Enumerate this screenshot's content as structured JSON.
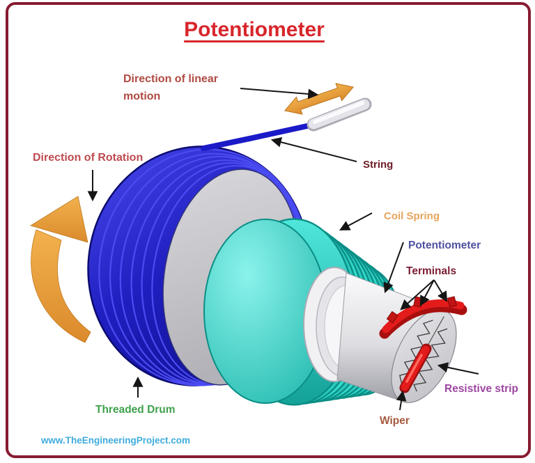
{
  "header": {
    "title": "Potentiometer"
  },
  "annotations": {
    "direction_of_linear_motion": {
      "line1": "Direction of linear",
      "line2": "motion"
    },
    "direction_of_rotation": "Direction of Rotation",
    "string": "String",
    "coil_spring": "Coil Spring",
    "potentiometer": "Potentiometer",
    "terminals": "Terminals",
    "resistive_strip": "Resistive strip",
    "wiper": "Wiper",
    "threaded_drum": "Threaded Drum"
  },
  "footer": {
    "website": "www.TheEngineeringProject.com"
  },
  "colors": {
    "frame_border": "#871B31",
    "title_red": "#D8262C",
    "direction_linear_label": "#B04A42",
    "direction_rotation_label": "#BE4A4E",
    "string_label": "#6E1D28",
    "coil_spring_label": "#E8A45C",
    "potentiometer_label": "#4F519F",
    "terminals_label": "#7B1E33",
    "resistive_strip_label": "#9C46A0",
    "wiper_label": "#A55A40",
    "threaded_drum_label": "#3FA14D",
    "website_label": "#3FABDC",
    "drum_blue": "#1B1BB4",
    "spring_teal": "#2CCFC4",
    "terminal_red": "#E31B1B",
    "rotation_arrow_orange": "#E2913C"
  }
}
